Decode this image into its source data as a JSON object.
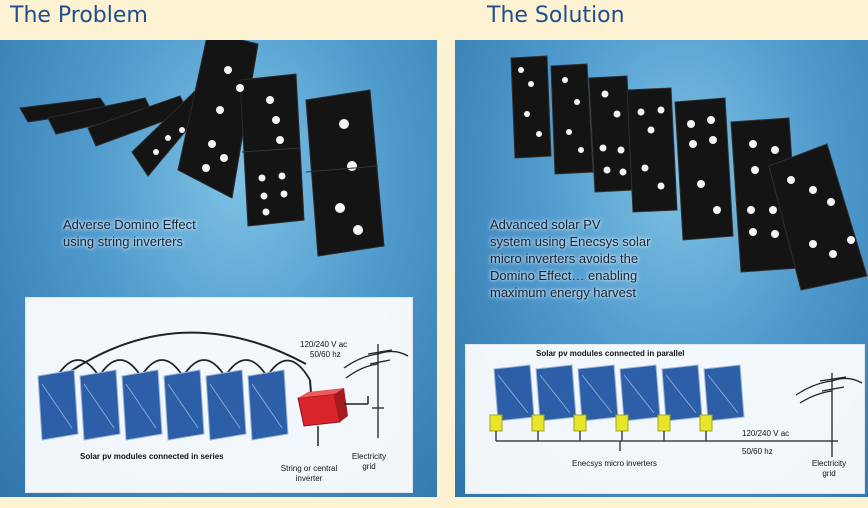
{
  "problem": {
    "heading": "The Problem",
    "caption_line1": "Adverse Domino Effect",
    "caption_line2": "using string inverters",
    "diagram": {
      "voltage": "120/240 V ac",
      "frequency": "50/60 hz",
      "series_label": "Solar pv modules connected in series",
      "inverter_line1": "String or central",
      "inverter_line2": "inverter",
      "grid_line1": "Electricity",
      "grid_line2": "grid"
    }
  },
  "solution": {
    "heading": "The Solution",
    "caption_line1": "Advanced solar PV",
    "caption_line2": "system using Enecsys solar",
    "caption_line3": "micro inverters avoids the",
    "caption_line4": "Domino Effect… enabling",
    "caption_line5": "maximum energy harvest",
    "diagram": {
      "parallel_label": "Solar pv modules connected in parallel",
      "voltage": "120/240 V ac",
      "frequency": "50/60 hz",
      "micro_label": "Enecsys micro inverters",
      "grid_line1": "Electricity",
      "grid_line2": "grid"
    }
  },
  "colors": {
    "heading": "#1f4e8c",
    "inverter": "#d8242a",
    "micro_inverter": "#e8e62a",
    "panel_blue": "#2c5fa8",
    "domino": "#151515"
  }
}
